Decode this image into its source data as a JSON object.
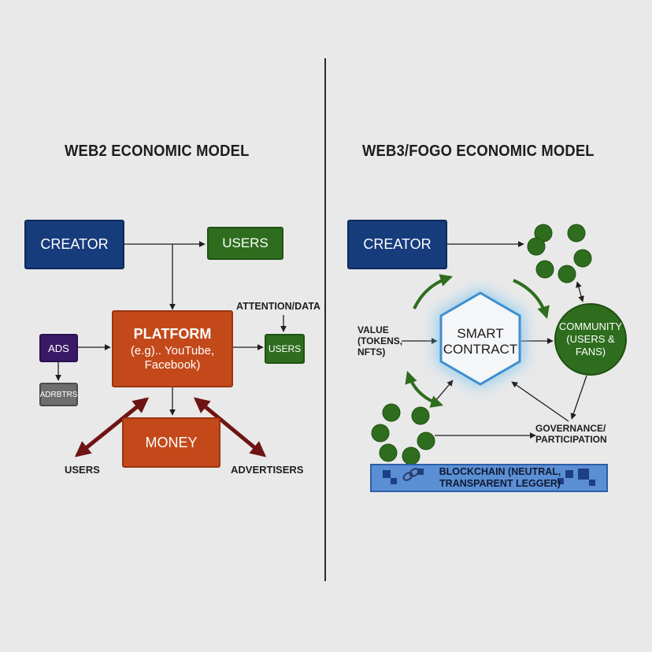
{
  "web2": {
    "title": "WEB2 ECONOMIC MODEL",
    "creator": "CREATOR",
    "users_top": "USERS",
    "platform_title": "PLATFORM",
    "platform_sub": "(e.g).. YouTube, Facebook)",
    "attention": "ATTENTION/DATA",
    "users_right": "USERS",
    "ads": "ADS",
    "adrbtrs": "ADRBTRS",
    "money": "MONEY",
    "users_bottom": "USERS",
    "advertisers": "ADVERTISERS"
  },
  "web3": {
    "title": "WEB3/FOGO ECONOMIC MODEL",
    "creator": "CREATOR",
    "value_label": "VALUE (TOKENS, NFTS)",
    "smart_contract": "SMART CONTRACT",
    "community": "COMMUNITY (USERS & FANS)",
    "governance": "GOVERNANCE/ PARTICIPATION",
    "blockchain": "BLOCKCHAIN (NEUTRAL, TRANSPARENT LEGGER)"
  },
  "colors": {
    "navy": "#163c7c",
    "green": "#2e6d1e",
    "orange": "#c4491a",
    "purple": "#3a1a66",
    "arrow_red": "#6e1414",
    "blockchain_blue": "#5b8fd4",
    "hex_glow": "#7fc6ee"
  }
}
